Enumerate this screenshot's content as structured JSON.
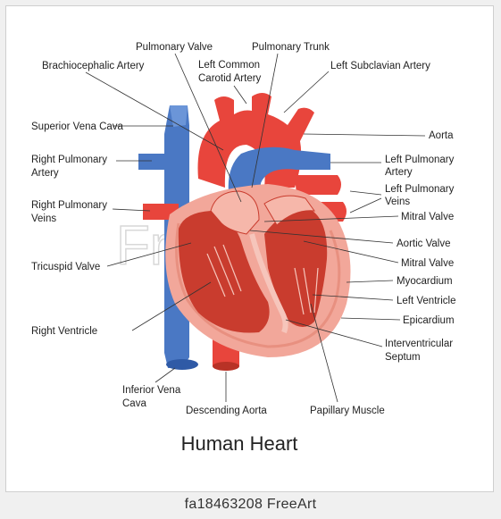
{
  "title": "Human Heart",
  "caption": "fa18463208 FreeArt",
  "watermark": "FreeArt",
  "colors": {
    "vein_blue": "#4a78c4",
    "artery_red": "#e8453c",
    "myocardium_pink": "#f2a79a",
    "chamber_dark_red": "#c93c2e",
    "background": "#ffffff"
  },
  "labels": {
    "pulmonary_valve": "Pulmonary Valve",
    "pulmonary_trunk": "Pulmonary Trunk",
    "brachiocephalic_artery": "Brachiocephalic Artery",
    "left_common_carotid_1": "Left Common",
    "left_common_carotid_2": "Carotid Artery",
    "left_subclavian_artery": "Left Subclavian Artery",
    "superior_vena_cava": "Superior Vena Cava",
    "aorta": "Aorta",
    "right_pulmonary_artery_1": "Right Pulmonary",
    "right_pulmonary_artery_2": "Artery",
    "left_pulmonary_artery_1": "Left Pulmonary",
    "left_pulmonary_artery_2": "Artery",
    "right_pulmonary_veins_1": "Right Pulmonary",
    "right_pulmonary_veins_2": "Veins",
    "left_pulmonary_veins_1": "Left Pulmonary",
    "left_pulmonary_veins_2": "Veins",
    "mitral_valve_upper": "Mitral Valve",
    "aortic_valve": "Aortic Valve",
    "tricuspid_valve": "Tricuspid Valve",
    "mitral_valve_lower": "Mitral Valve",
    "myocardium": "Myocardium",
    "left_ventricle": "Left Ventricle",
    "right_ventricle": "Right Ventricle",
    "epicardium": "Epicardium",
    "interventricular_septum_1": "Interventricular",
    "interventricular_septum_2": "Septum",
    "inferior_vena_cava_1": "Inferior Vena",
    "inferior_vena_cava_2": "Cava",
    "descending_aorta": "Descending Aorta",
    "papillary_muscle": "Papillary Muscle"
  }
}
